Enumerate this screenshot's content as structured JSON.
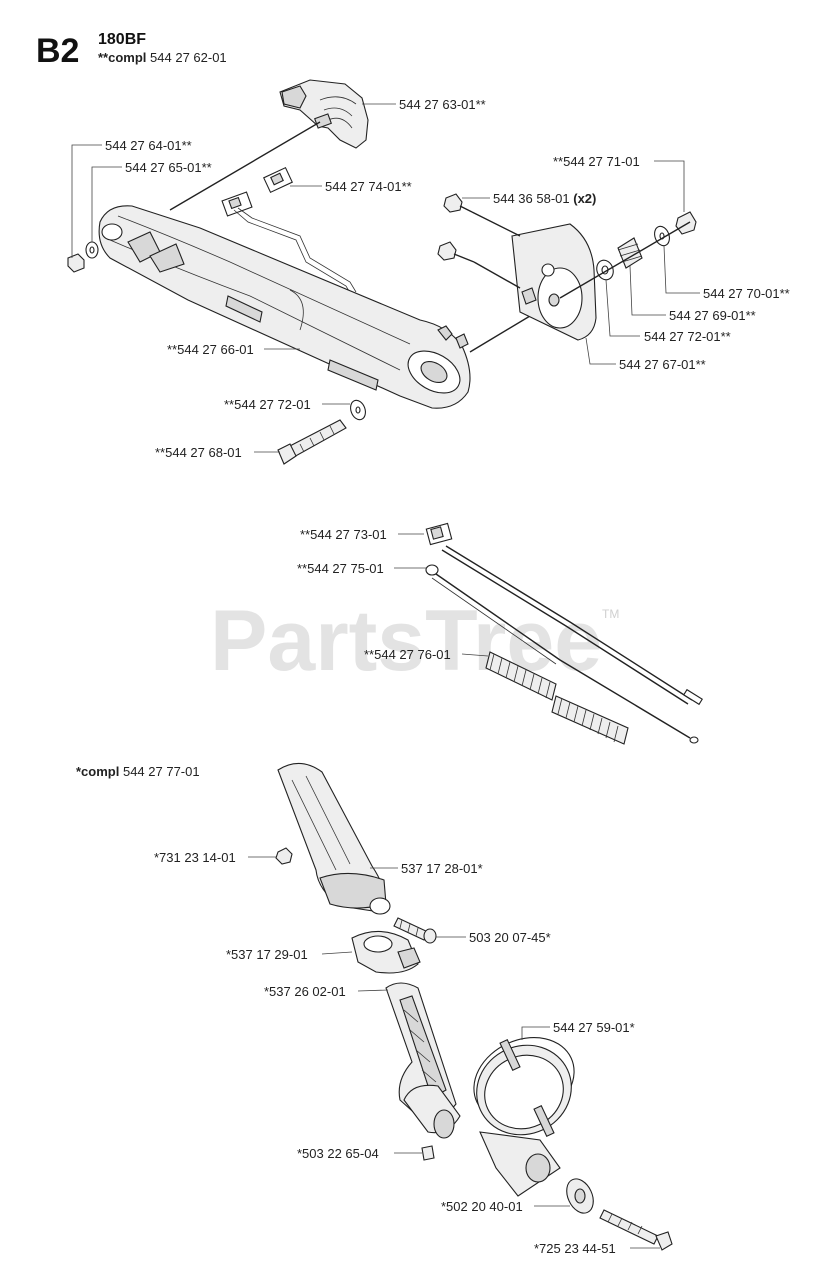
{
  "header": {
    "section": "B2",
    "model": "180BF",
    "compl_prefix": "**compl",
    "compl_code": "544 27 62-01"
  },
  "watermark": {
    "text": "PartsTree",
    "tm": "TM"
  },
  "group2": {
    "compl_prefix": "*compl",
    "compl_code": "544 27 77-01"
  },
  "callouts": [
    {
      "id": "p1",
      "text": "544 27 63-01**"
    },
    {
      "id": "p2",
      "text": "544 27 64-01**"
    },
    {
      "id": "p3",
      "text": "544 27 65-01**"
    },
    {
      "id": "p4",
      "text": "544 27 74-01**"
    },
    {
      "id": "p5",
      "text": "**544 27 71-01"
    },
    {
      "id": "p6",
      "text": "544 36 58-01",
      "suffix": "(x2)"
    },
    {
      "id": "p7",
      "text": "544 27 70-01**"
    },
    {
      "id": "p8",
      "text": "544 27 69-01**"
    },
    {
      "id": "p9",
      "text": "544 27 72-01**"
    },
    {
      "id": "p10",
      "text": "544 27 67-01**"
    },
    {
      "id": "p11",
      "text": "**544 27 66-01"
    },
    {
      "id": "p12",
      "text": "**544 27 72-01"
    },
    {
      "id": "p13",
      "text": "**544 27 68-01"
    },
    {
      "id": "p14",
      "text": "**544 27 73-01"
    },
    {
      "id": "p15",
      "text": "**544 27 75-01"
    },
    {
      "id": "p16",
      "text": "**544 27 76-01"
    },
    {
      "id": "p17",
      "text": "*731 23 14-01"
    },
    {
      "id": "p18",
      "text": "537 17 28-01*"
    },
    {
      "id": "p19",
      "text": "503 20 07-45*"
    },
    {
      "id": "p20",
      "text": "*537 17 29-01"
    },
    {
      "id": "p21",
      "text": "*537 26 02-01"
    },
    {
      "id": "p22",
      "text": "544 27 59-01*"
    },
    {
      "id": "p23",
      "text": "*503 22 65-04"
    },
    {
      "id": "p24",
      "text": "*502 20 40-01"
    },
    {
      "id": "p25",
      "text": "*725 23 44-51"
    }
  ]
}
